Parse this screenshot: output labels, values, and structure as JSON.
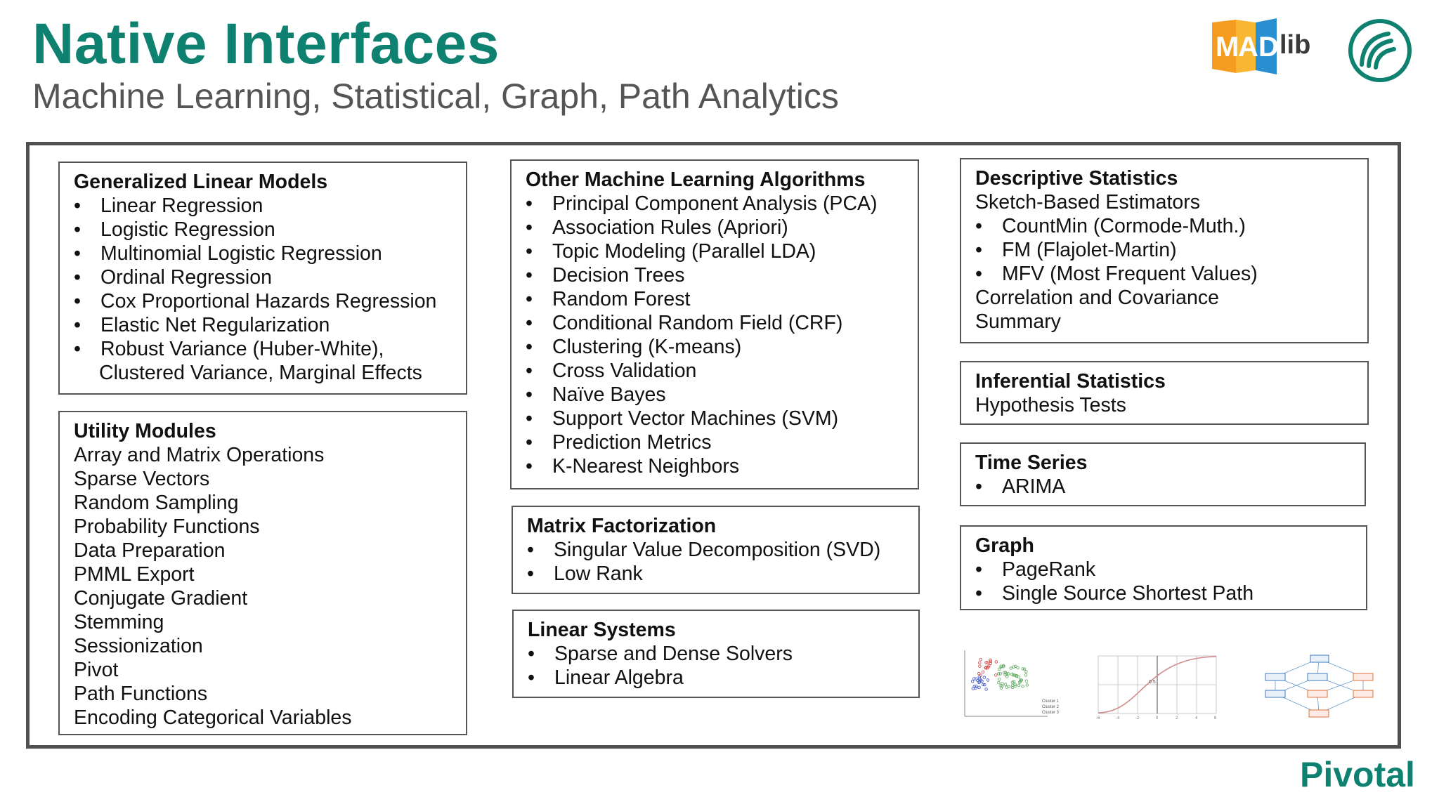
{
  "header": {
    "title": "Native Interfaces",
    "subtitle": "Machine Learning, Statistical, Graph, Path Analytics"
  },
  "logos": {
    "madlib": "MADlib",
    "madlib_letters": [
      "M",
      "A",
      "D",
      "lib"
    ],
    "brand_footer": "Pivotal"
  },
  "colors": {
    "accent": "#0e8170",
    "frame": "#505050",
    "madlib_orange": "#f39c1f",
    "madlib_blue": "#2a8fd1"
  },
  "glm": {
    "heading": "Generalized Linear Models",
    "items": [
      "Linear Regression",
      "Logistic Regression",
      "Multinomial Logistic Regression",
      "Ordinal Regression",
      "Cox Proportional Hazards Regression",
      "Elastic Net Regularization",
      "Robust Variance (Huber-White),"
    ],
    "continuation": "Clustered Variance, Marginal Effects"
  },
  "utility": {
    "heading": "Utility Modules",
    "items": [
      "Array and Matrix Operations",
      "Sparse Vectors",
      "Random Sampling",
      "Probability Functions",
      "Data Preparation",
      "PMML Export",
      "Conjugate Gradient",
      "Stemming",
      "Sessionization",
      "Pivot",
      "Path Functions",
      "Encoding Categorical Variables"
    ]
  },
  "other_ml": {
    "heading": "Other Machine Learning Algorithms",
    "items": [
      "Principal Component Analysis (PCA)",
      "Association Rules (Apriori)",
      "Topic Modeling (Parallel LDA)",
      "Decision Trees",
      "Random Forest",
      "Conditional Random Field (CRF)",
      "Clustering (K-means)",
      "Cross Validation",
      "Naïve Bayes",
      "Support Vector Machines (SVM)",
      "Prediction Metrics",
      "K-Nearest Neighbors"
    ]
  },
  "matrix": {
    "heading": "Matrix Factorization",
    "items": [
      "Singular Value Decomposition (SVD)",
      "Low Rank"
    ]
  },
  "linear": {
    "heading": "Linear Systems",
    "items": [
      "Sparse and Dense Solvers",
      "Linear Algebra"
    ]
  },
  "descriptive": {
    "heading": "Descriptive Statistics",
    "sub": "Sketch-Based Estimators",
    "items": [
      "CountMin (Cormode-Muth.)",
      "FM (Flajolet-Martin)",
      "MFV (Most Frequent Values)"
    ],
    "extra": [
      "Correlation and Covariance",
      "Summary"
    ]
  },
  "inferential": {
    "heading": "Inferential Statistics",
    "sub": "Hypothesis Tests"
  },
  "timeseries": {
    "heading": "Time Series",
    "items": [
      "ARIMA"
    ]
  },
  "graph": {
    "heading": "Graph",
    "items": [
      "PageRank",
      "Single Source Shortest Path"
    ]
  },
  "thumbnails": {
    "scatter_legend": [
      "Cluster 1",
      "Cluster 2",
      "Cluster 3"
    ],
    "sigmoid_tick": "0.5",
    "sigmoid_xticks": [
      "-6",
      "-4",
      "-2",
      "0",
      "2",
      "4",
      "6"
    ]
  }
}
